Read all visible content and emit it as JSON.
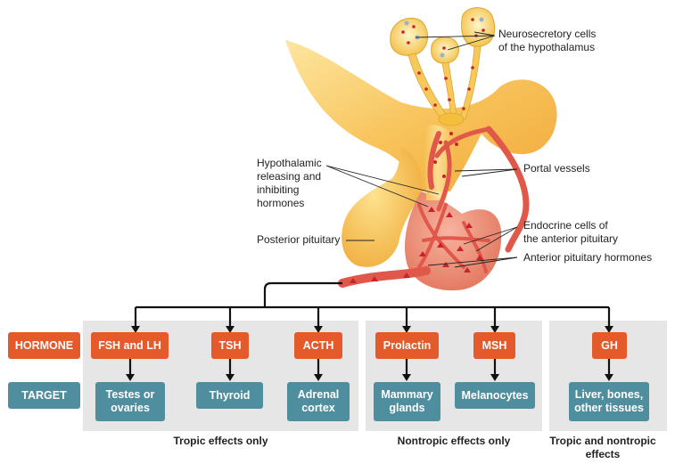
{
  "labels": {
    "neurosecretory": [
      "Neurosecretory cells",
      "of the hypothalamus"
    ],
    "portal_vessels": "Portal vessels",
    "hypothalamic_hormones": [
      "Hypothalamic",
      "releasing and",
      "inhibiting",
      "hormones"
    ],
    "endocrine_cells": [
      "Endocrine cells of",
      "the anterior pituitary"
    ],
    "posterior_pituitary": "Posterior pituitary",
    "anterior_hormones": "Anterior pituitary hormones"
  },
  "row_labels": {
    "hormone": "HORMONE",
    "target": "TARGET"
  },
  "pathways": [
    {
      "hormone": "FSH and LH",
      "target": [
        "Testes or",
        "ovaries"
      ]
    },
    {
      "hormone": "TSH",
      "target": [
        "Thyroid"
      ]
    },
    {
      "hormone": "ACTH",
      "target": [
        "Adrenal",
        "cortex"
      ]
    },
    {
      "hormone": "Prolactin",
      "target": [
        "Mammary",
        "glands"
      ]
    },
    {
      "hormone": "MSH",
      "target": [
        "Melanocytes"
      ]
    },
    {
      "hormone": "GH",
      "target": [
        "Liver, bones,",
        "other tissues"
      ]
    }
  ],
  "groups": [
    {
      "label": [
        "Tropic effects only"
      ]
    },
    {
      "label": [
        "Nontropic effects only"
      ]
    },
    {
      "label": [
        "Tropic and nontropic",
        "effects"
      ]
    }
  ],
  "colors": {
    "hormone_box": "#e55a2a",
    "target_box": "#4f8e9e",
    "panel": "#e6e6e6",
    "brain_tissue": "#f7c15a",
    "vessel": "#e0584a",
    "arrow": "#111111"
  }
}
